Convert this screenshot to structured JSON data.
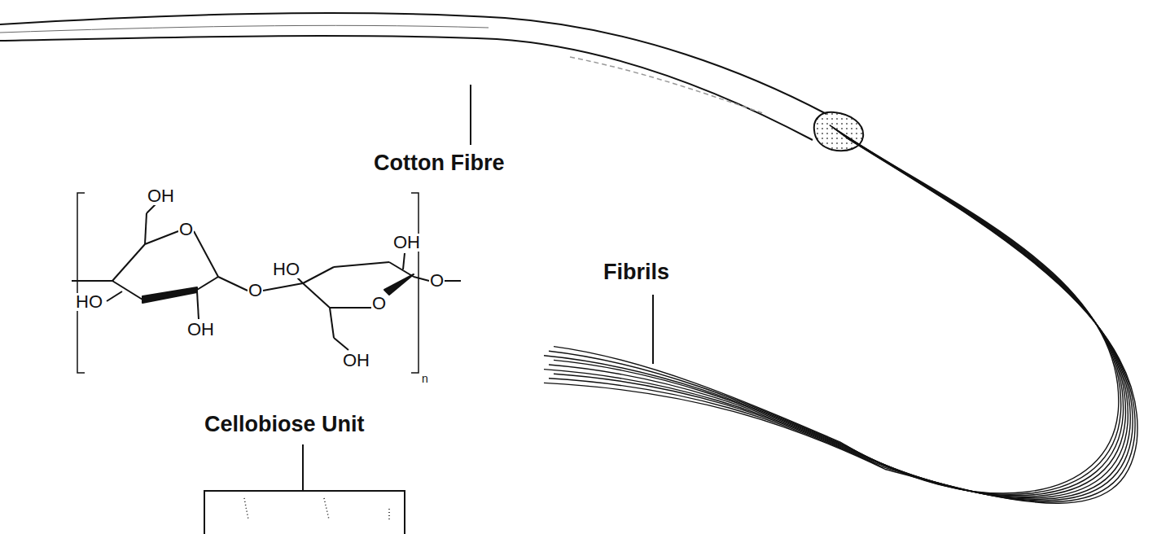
{
  "diagram": {
    "labels": [
      "Cotton Fibre",
      "Fibrils",
      "Cellobiose Unit",
      "OH",
      "O",
      "HO",
      "OH",
      "O",
      "HO",
      "OH",
      "O",
      "O",
      "OH",
      "n"
    ]
  }
}
